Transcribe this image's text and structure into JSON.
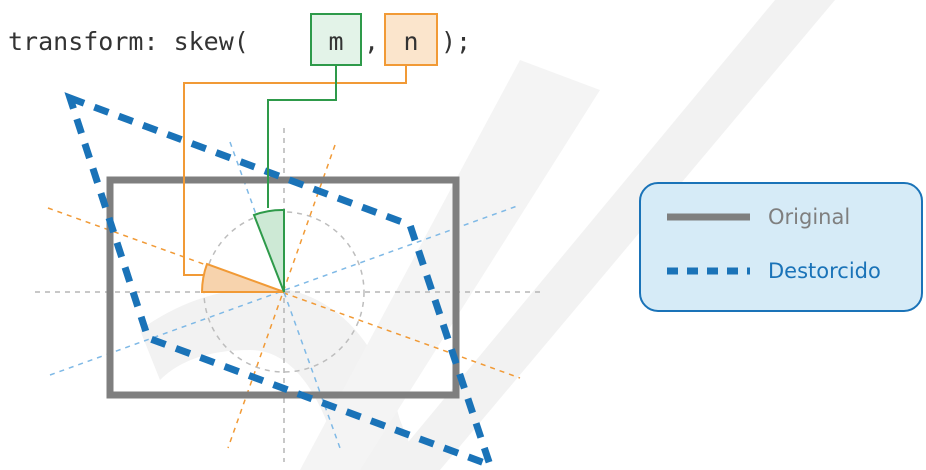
{
  "code": {
    "prefix": "transform: skew(",
    "param_m": "m",
    "separator": ",",
    "param_n": "n",
    "suffix": ");"
  },
  "legend": {
    "original_label": "Original",
    "distorted_label": "Destorcido"
  },
  "colors": {
    "original": "#7f7f7f",
    "distorted": "#1a73b8",
    "skew_m": "#2e9a4a",
    "skew_n": "#f19a36",
    "legend_bg": "#d6ebf7",
    "legend_border": "#1a73b8",
    "watermark": "#f1f1f1"
  }
}
